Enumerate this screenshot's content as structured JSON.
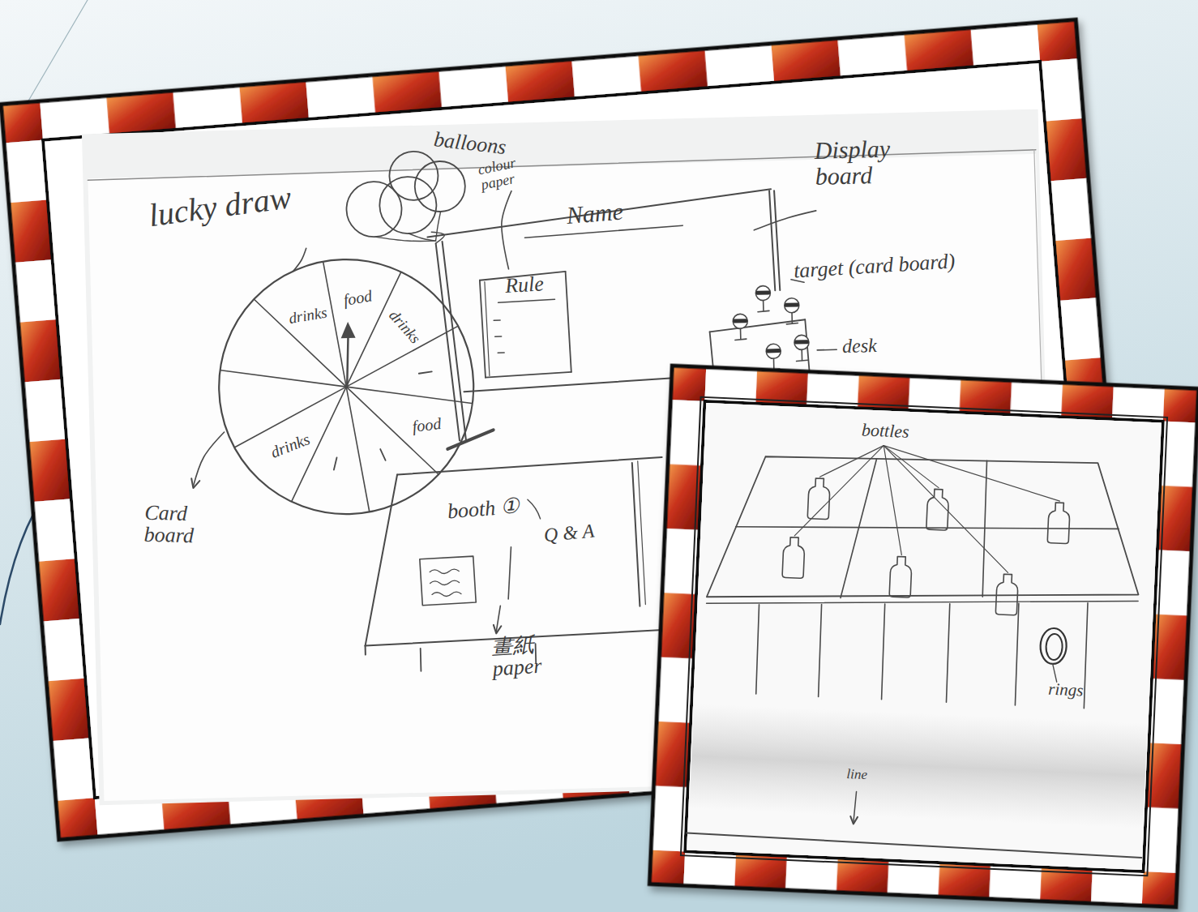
{
  "diagram": {
    "nodes": [
      {
        "text": [
          "drinks",
          "food",
          "drinks",
          "food",
          "drinks"
        ]
      },
      {
        "text": [
          "Name"
        ]
      },
      {
        "text": [
          "Rule"
        ],
        "in": 1
      },
      {
        "text": [
          "booth ①",
          "Q & A"
        ]
      }
    ],
    "labels": [
      "lucky draw",
      "balloons",
      "colour paper",
      "Display board",
      "target (card board)",
      "desk",
      "Card board",
      "畫紙 paper",
      "bottles",
      "rings",
      "line"
    ]
  }
}
